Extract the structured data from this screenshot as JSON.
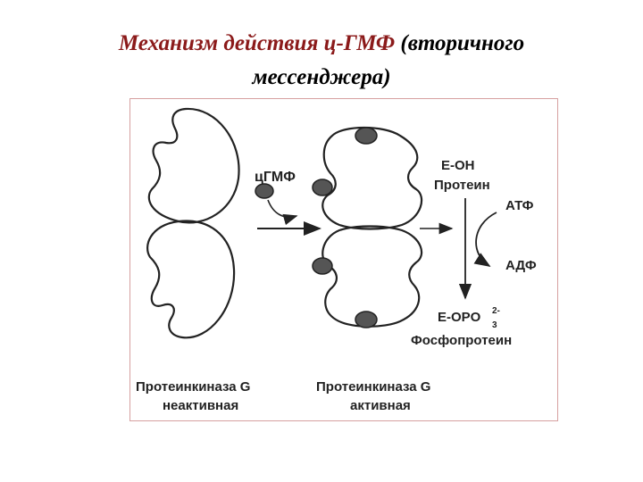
{
  "title": {
    "part1": "Механизм действия ц-ГМФ",
    "part2": " (вторичного",
    "line2": "мессенджера)"
  },
  "diagram": {
    "cgmp_label": "цГМФ",
    "eoh_label": "E-OH",
    "protein_label": "Протеин",
    "atp_label": "АТФ",
    "adp_label": "АДФ",
    "eopo_label": "E-OPO",
    "eopo_sup": "2-",
    "eopo_sub": "3",
    "phosphoprotein_label": "Фосфопротеин",
    "inactive_line1": "Протеинкиназа G",
    "inactive_line2": "неактивная",
    "active_line1": "Протеинкиназа G",
    "active_line2": "активная"
  },
  "colors": {
    "title_accent": "#8b1a1a",
    "frame_border": "#d6a0a0",
    "ligand_fill": "#555555"
  }
}
